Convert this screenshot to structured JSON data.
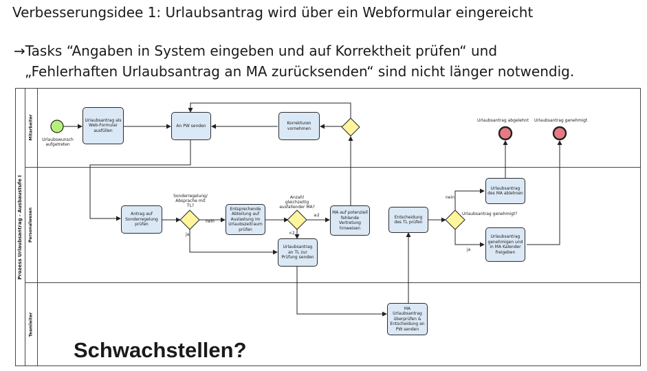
{
  "slide": {
    "title": "Verbesserungsidee 1: Urlaubsantrag wird über ein Webformular eingereicht",
    "bullet_line1": "→Tasks “Angaben in System eingeben und auf Korrektheit prüfen“ und",
    "bullet_line2": "„Fehlerhaften Urlaubsantrag an MA zurücksenden“ sind nicht länger notwendig.",
    "question": "Schwachstellen?"
  },
  "diagram": {
    "pool": "Prozess Urlaubsantrag - Ausbaustufe I",
    "lanes": [
      "Mitarbeiter",
      "Personalwesen",
      "Teamleiter"
    ],
    "start_event": "Urlaubswunsch aufgetreten",
    "tasks": {
      "web_formular": "Urlaubsantrag als Web-Formular ausfüllen",
      "an_pw_senden": "An PW senden",
      "korrekturen": "Korrekturen vornehmen",
      "sonderregelung_pruefen": "Antrag auf Sonderregelung prüfen",
      "abteilung_auslastung": "Entsprechende Abteilung auf Auslastung im Urlaubszeitraum prüfen",
      "vertretung_hinweisen": "MA auf potenziell fehlende Vertretung hinweisen",
      "an_tl_senden": "Urlaubsantrag an TL zur Prüfung senden",
      "entscheidung_tl": "Entscheidung des TL prüfen",
      "ablehnen": "Urlaubsantrag des MA ablehnen",
      "genehmigen": "Urlaubsantrag genehmigen und in MA Kalender freigeben",
      "tl_ueberpruefen": "MA Urlaubsantrag überprüfen & Entscheidung an PW senden"
    },
    "gateways": {
      "sonderregelung": "Sonderregelung/ Absprache mit TL?",
      "anzahl": "Anzahl gleichzeitig ausfallender MA?",
      "genehmigt": "Urlaubsantrag genehmigt?"
    },
    "edge_labels": {
      "nein_1": "nein",
      "ja_1": "ja",
      "ge2": "≥2",
      "lt2": "<2",
      "nein_2": "nein",
      "ja_2": "ja"
    },
    "end_events": {
      "abgelehnt": "Urlaubsantrag abgelehnt",
      "genehmigt": "Urlaubsantrag genehmigt"
    },
    "colors": {
      "task_fill": "#dbe8f5",
      "gateway_fill": "#fff59d",
      "start_fill": "#b6f07a",
      "end_fill": "#e77b83"
    }
  }
}
